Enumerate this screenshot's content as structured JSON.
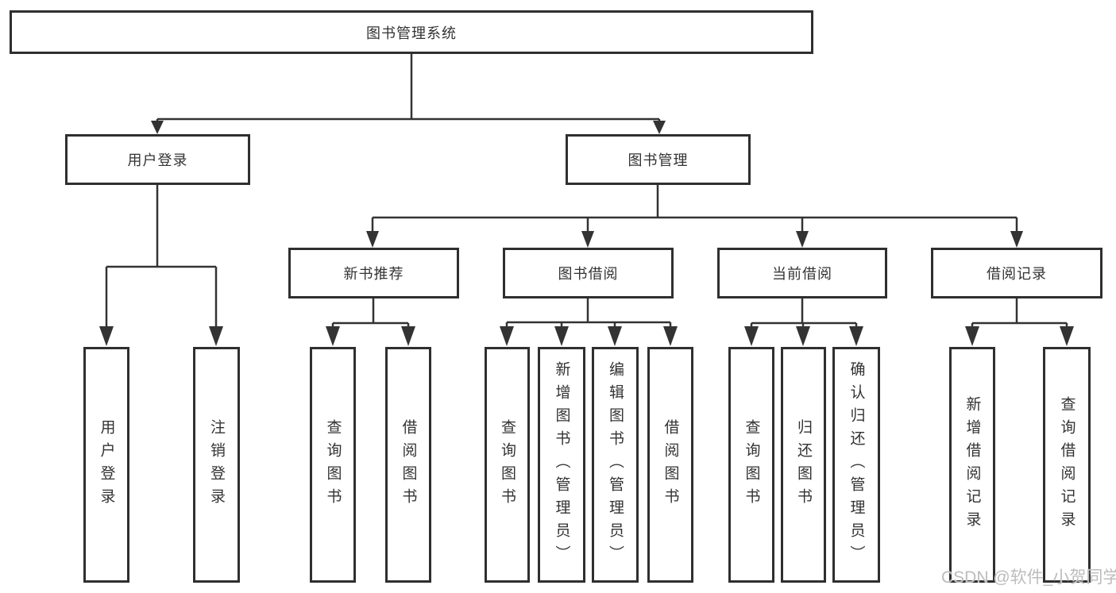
{
  "tree": {
    "root": "图书管理系统",
    "user_login": {
      "label": "用户登录",
      "children": {
        "login": "用户登录",
        "logout": "注销登录"
      }
    },
    "book_mgmt": {
      "label": "图书管理",
      "children": {
        "new_book_rec": {
          "label": "新书推荐",
          "children": {
            "query_books": "查询图书",
            "borrow_books": "借阅图书"
          }
        },
        "book_borrow": {
          "label": "图书借阅",
          "children": {
            "query_books": "查询图书",
            "add_books": "新增图书（管理员）",
            "edit_books": "编辑图书（管理员）",
            "borrow_books": "借阅图书"
          }
        },
        "current_borrow": {
          "label": "当前借阅",
          "children": {
            "query_books": "查询图书",
            "return_books": "归还图书",
            "confirm_return": "确认归还（管理员）"
          }
        },
        "borrow_records": {
          "label": "借阅记录",
          "children": {
            "add_record": "新增借阅记录",
            "query_record": "查询借阅记录"
          }
        }
      }
    }
  },
  "watermark": "CSDN @软件_小贺同学",
  "colors": {
    "line": "#333333",
    "box_border": "#2f2f2f",
    "text": "#333333",
    "watermark": "#bcbcbc",
    "background": "#ffffff"
  }
}
